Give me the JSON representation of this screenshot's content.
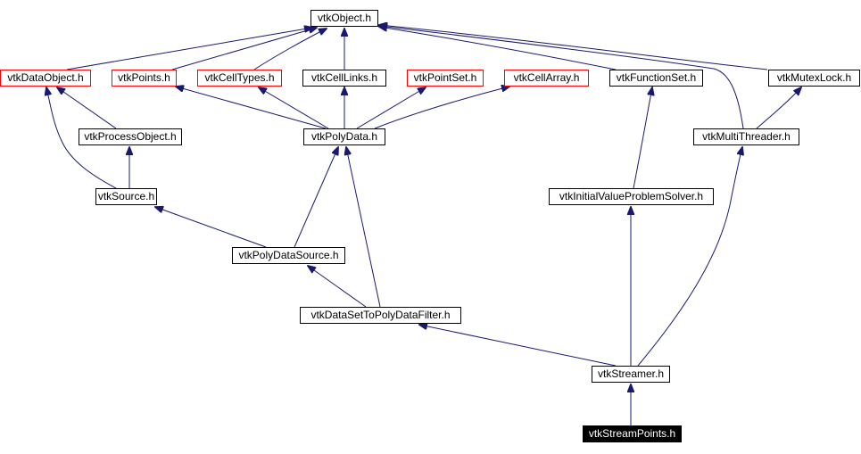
{
  "nodes": {
    "vtkObject": "vtkObject.h",
    "vtkDataObject": "vtkDataObject.h",
    "vtkPoints": "vtkPoints.h",
    "vtkCellTypes": "vtkCellTypes.h",
    "vtkCellLinks": "vtkCellLinks.h",
    "vtkPointSet": "vtkPointSet.h",
    "vtkCellArray": "vtkCellArray.h",
    "vtkFunctionSet": "vtkFunctionSet.h",
    "vtkMutexLock": "vtkMutexLock.h",
    "vtkProcessObject": "vtkProcessObject.h",
    "vtkPolyData": "vtkPolyData.h",
    "vtkMultiThreader": "vtkMultiThreader.h",
    "vtkSource": "vtkSource.h",
    "vtkInitialValueProblemSolver": "vtkInitialValueProblemSolver.h",
    "vtkPolyDataSource": "vtkPolyDataSource.h",
    "vtkDataSetToPolyDataFilter": "vtkDataSetToPolyDataFilter.h",
    "vtkStreamer": "vtkStreamer.h",
    "vtkStreamPoints": "vtkStreamPoints.h"
  },
  "colors": {
    "edge": "#191970",
    "undocumented_border": "#ff0000",
    "current_fill": "#000000"
  }
}
